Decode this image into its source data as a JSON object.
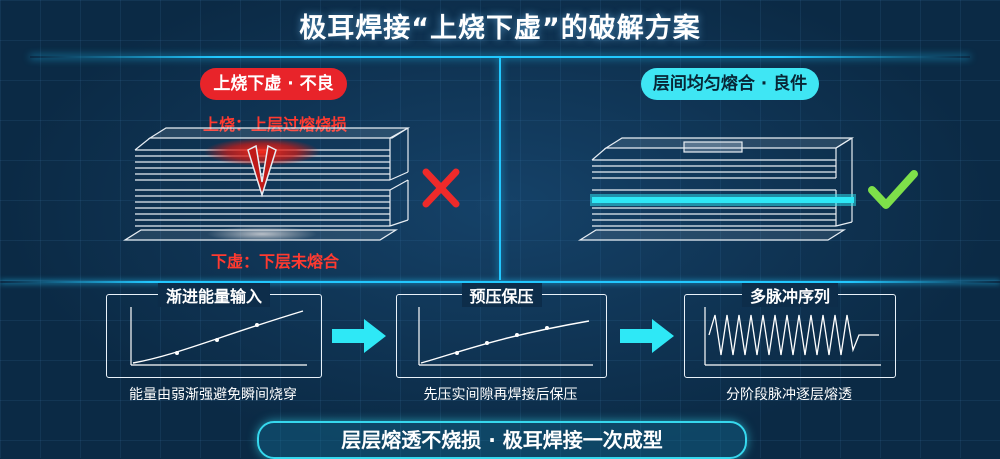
{
  "title": "极耳焊接“上烧下虚”的破解方案",
  "bad": {
    "label": "上烧下虚 · 不良",
    "top_note": "上烧：上层过熔烧损",
    "bottom_note": "下虚：下层未熔合"
  },
  "good": {
    "label": "层间均匀熔合 · 良件"
  },
  "steps": [
    {
      "title": "渐进能量输入",
      "caption": "能量由弱渐强避免瞬间烧穿"
    },
    {
      "title": "预压保压",
      "caption": "先压实间隙再焊接后保压"
    },
    {
      "title": "多脉冲序列",
      "caption": "分阶段脉冲逐层熔透"
    }
  ],
  "summary": "层层熔透不烧损 · 极耳焊接一次成型",
  "icons": {
    "bad_mark": "x-mark-icon",
    "good_mark": "check-mark-icon",
    "step_arrow": "right-arrow-icon"
  },
  "colors": {
    "background": "#0b2a45",
    "accent": "#22c8ff",
    "bad": "#e8242a",
    "good": "#3fe6f4",
    "check": "#7ee04a"
  }
}
